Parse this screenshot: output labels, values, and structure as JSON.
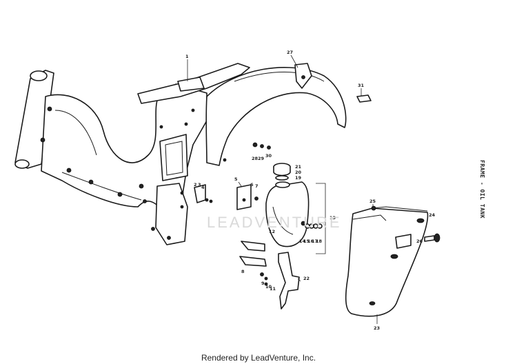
{
  "side_title": "FRAME - OIL TANK",
  "watermark": "LEADVENTURE",
  "footer": "Rendered by LeadVenture, Inc.",
  "callouts": [
    "1",
    "2",
    "3",
    "4",
    "5",
    "6",
    "7",
    "8",
    "9",
    "10",
    "11",
    "12",
    "13",
    "14",
    "15",
    "16",
    "17",
    "18",
    "19",
    "20",
    "21",
    "22",
    "23",
    "24",
    "25",
    "26",
    "27",
    "28",
    "29",
    "30",
    "31"
  ]
}
